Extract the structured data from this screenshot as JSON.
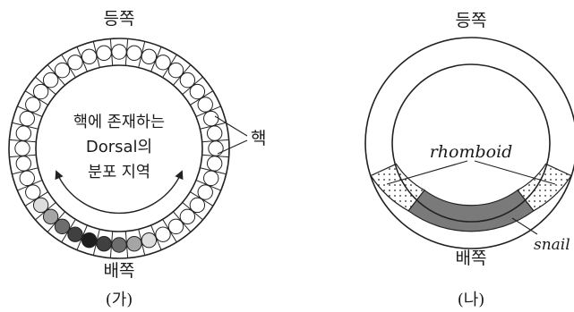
{
  "panel_a": {
    "top_label": "등쪽",
    "bottom_label": "배쪽",
    "caption": "(가)",
    "nucleus_label": "핵",
    "center_text": {
      "line1": "핵에 존재하는",
      "line2": "Dorsal의",
      "line3": "분포 지역"
    },
    "nucleus_levels": [
      0,
      0,
      0,
      0,
      0,
      0,
      0,
      0,
      0,
      0,
      0,
      0,
      0,
      0,
      0,
      0,
      0,
      0.15,
      0.4,
      0.65,
      0.85,
      1.0,
      0.85,
      0.65,
      0.4,
      0.15,
      0,
      0,
      0,
      0,
      0,
      0,
      0,
      0,
      0,
      0,
      0,
      0,
      0,
      0
    ],
    "colors": {
      "dorsal_max": "#1e1e1e",
      "cell_fill": "#ffffff",
      "outline": "#222222"
    }
  },
  "panel_b": {
    "top_label": "등쪽",
    "bottom_label": "배쪽",
    "caption": "(나)",
    "rhomboid_label": "rhomboid",
    "snail_label": "snail",
    "colors": {
      "snail_fill": "#7a7a7a",
      "rhomboid_dots": "#222222",
      "outline": "#222222"
    }
  }
}
